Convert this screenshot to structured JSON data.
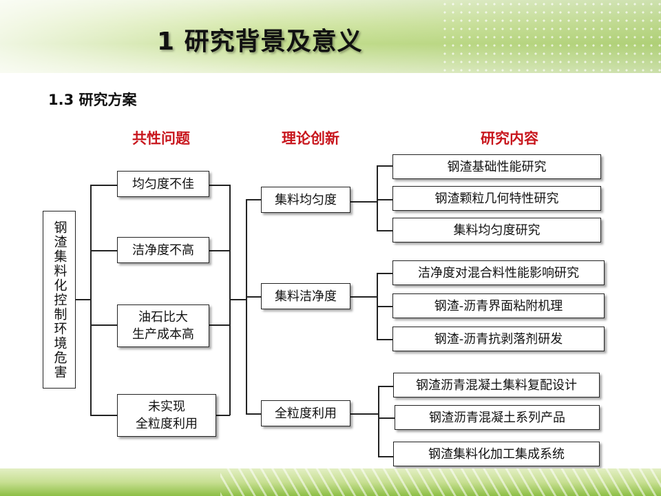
{
  "slide": {
    "title": "1  研究背景及意义",
    "section": "1.3 研究方案"
  },
  "columns": {
    "common_issues": "共性问题",
    "theory_innovation": "理论创新",
    "research_content": "研究内容"
  },
  "root": "钢渣集料化控制环境危害",
  "issues": [
    "均匀度不佳",
    "洁净度不高",
    "油石比大\n生产成本高",
    "未实现\n全粒度利用"
  ],
  "innovations": [
    "集料均匀度",
    "集料洁净度",
    "全粒度利用"
  ],
  "contents": [
    "钢渣基础性能研究",
    "钢渣颗粒几何特性研究",
    "集料均匀度研究",
    "洁净度对混合料性能影响研究",
    "钢渣-沥青界面粘附机理",
    "钢渣-沥青抗剥落剂研发",
    "钢渣沥青混凝土集料复配设计",
    "钢渣沥青混凝土系列产品",
    "钢渣集料化加工集成系统"
  ],
  "colors": {
    "column_heading": "#c8161d",
    "header_green": "#c1dc8a"
  }
}
